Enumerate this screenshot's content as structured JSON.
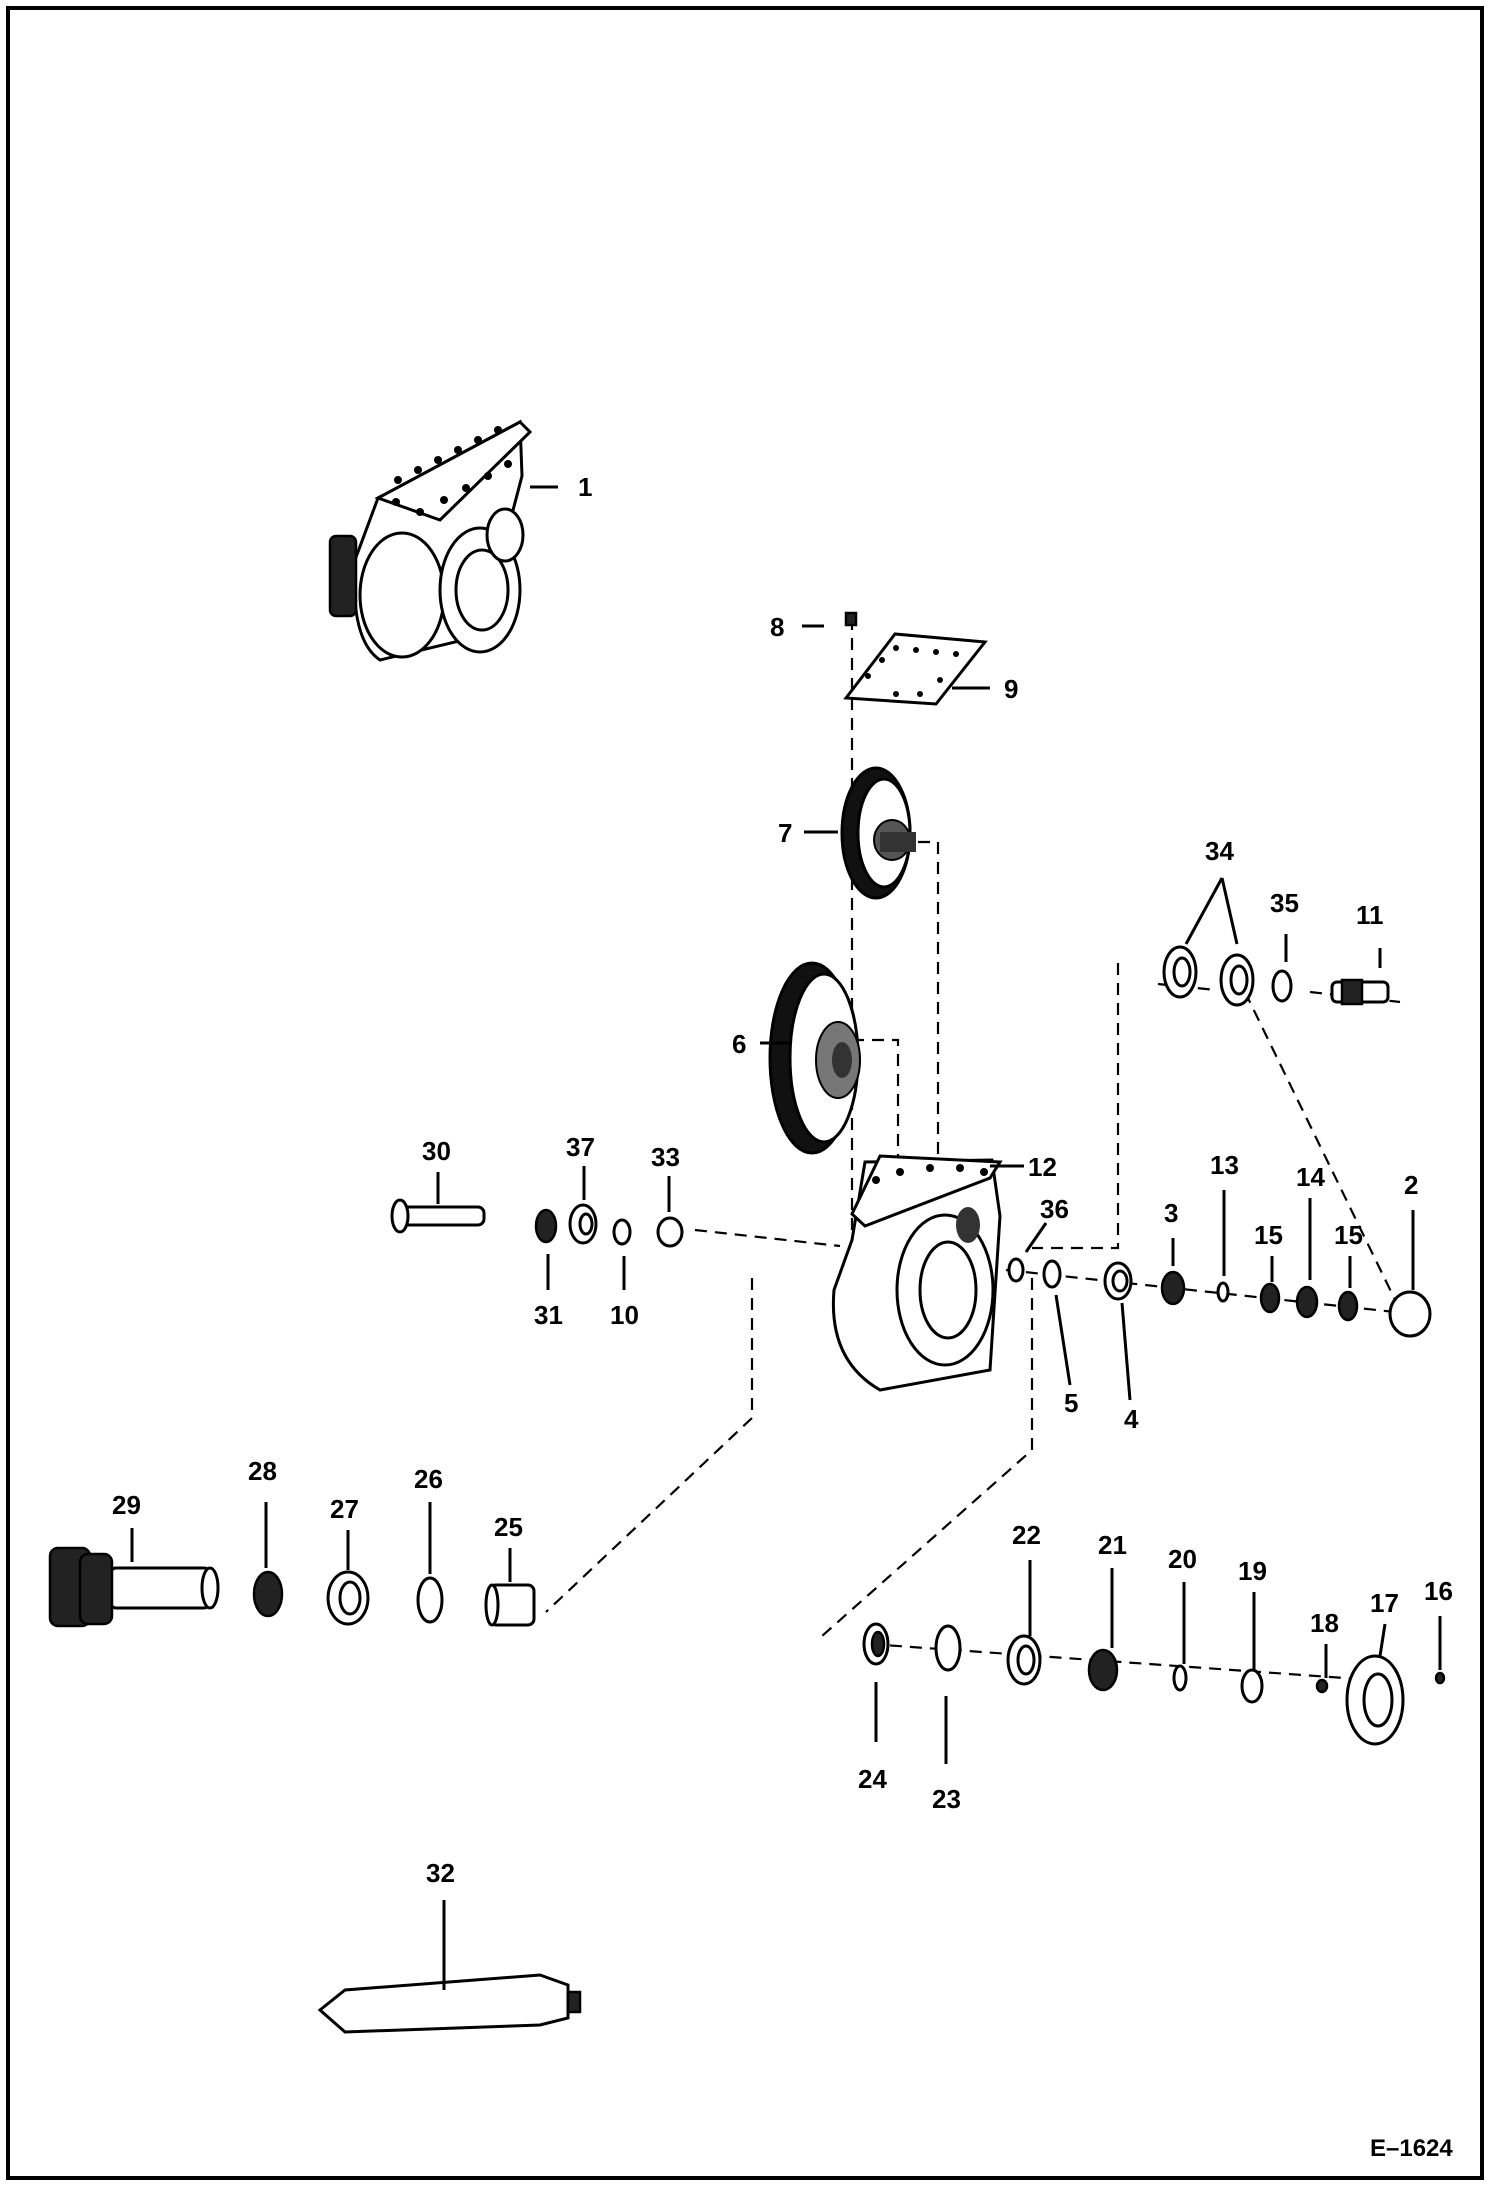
{
  "figure": {
    "figure_number": "E–1624"
  },
  "callouts": {
    "c1": "1",
    "c2": "2",
    "c3": "3",
    "c4": "4",
    "c5": "5",
    "c6": "6",
    "c7": "7",
    "c8": "8",
    "c9": "9",
    "c10": "10",
    "c11": "11",
    "c12": "12",
    "c13": "13",
    "c14": "14",
    "c15a": "15",
    "c15b": "15",
    "c16": "16",
    "c17": "17",
    "c18": "18",
    "c19": "19",
    "c20": "20",
    "c21": "21",
    "c22": "22",
    "c23": "23",
    "c24": "24",
    "c25": "25",
    "c26": "26",
    "c27": "27",
    "c28": "28",
    "c29": "29",
    "c30": "30",
    "c31": "31",
    "c32": "32",
    "c33": "33",
    "c34": "34",
    "c35": "35",
    "c36": "36",
    "c37": "37"
  }
}
